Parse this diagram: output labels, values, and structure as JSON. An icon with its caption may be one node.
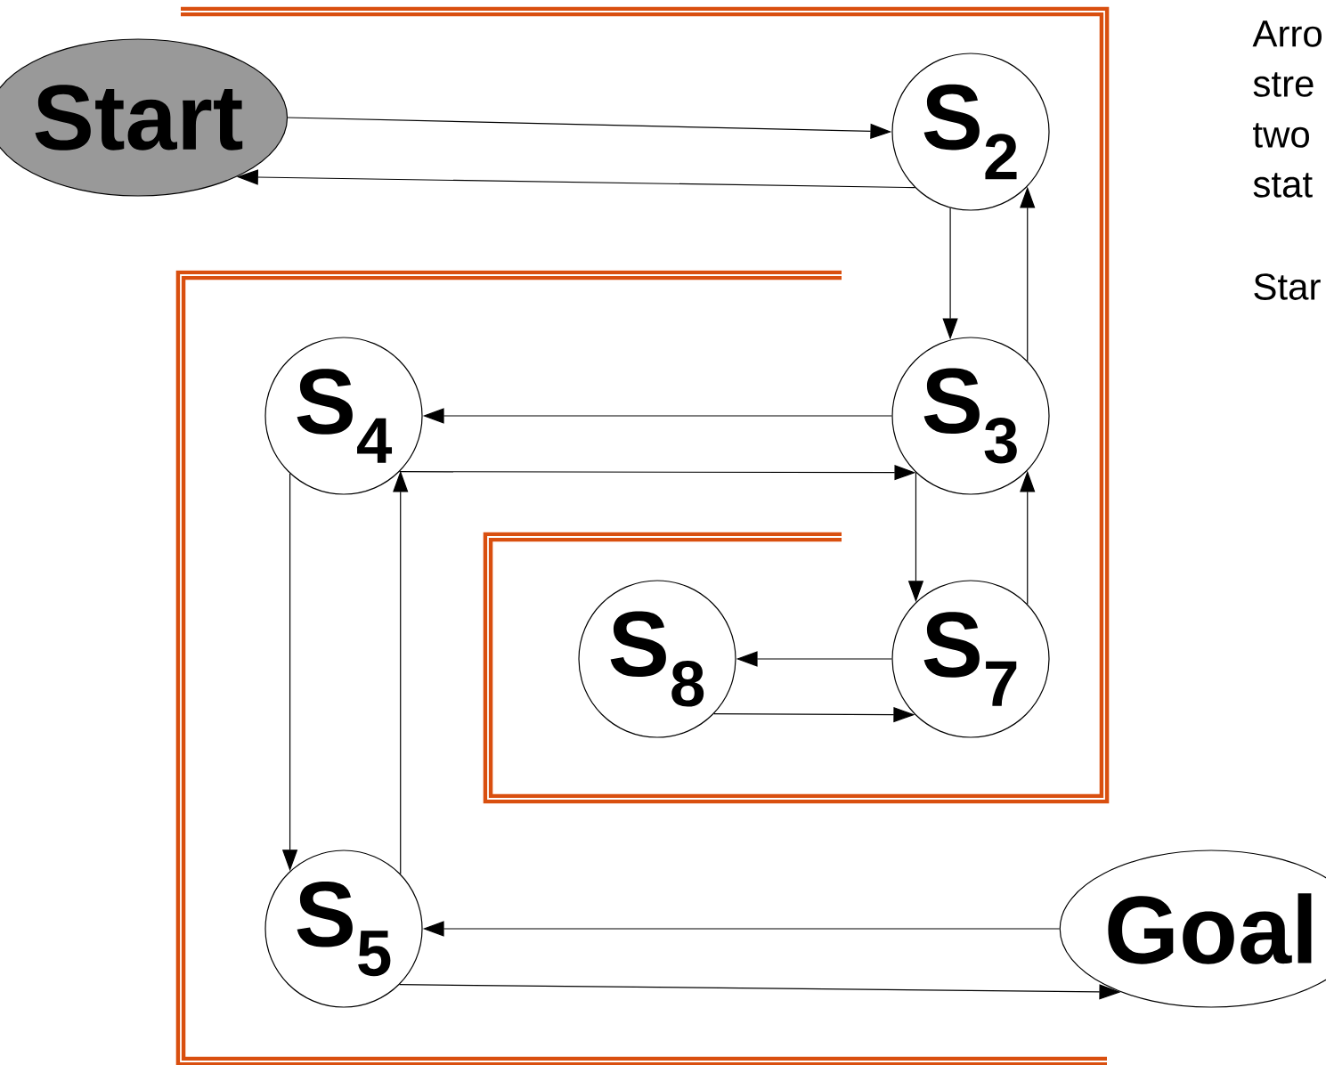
{
  "diagram": {
    "nodes": [
      {
        "text": [
          "Start"
        ]
      },
      {
        "text": [
          "S$_{2}$"
        ]
      },
      {
        "text": [
          "S$_{3}$"
        ]
      },
      {
        "text": [
          "S$_{4}$"
        ]
      },
      {
        "text": [
          "S$_{8}$"
        ]
      },
      {
        "text": [
          "S$_{7}$"
        ]
      },
      {
        "text": [
          "S$_{5}$"
        ]
      },
      {
        "text": [
          "Goal"
        ]
      }
    ],
    "edges": [
      {
        "from": 0,
        "to": 1,
        "arrow": "to"
      },
      {
        "from": 1,
        "to": 0,
        "arrow": "to"
      },
      {
        "from": 1,
        "to": 2,
        "arrow": "to"
      },
      {
        "from": 2,
        "to": 1,
        "arrow": "to"
      },
      {
        "from": 2,
        "to": 3,
        "arrow": "to"
      },
      {
        "from": 3,
        "to": 2,
        "arrow": "to"
      },
      {
        "from": 2,
        "to": 5,
        "arrow": "to"
      },
      {
        "from": 5,
        "to": 2,
        "arrow": "to"
      },
      {
        "from": 5,
        "to": 4,
        "arrow": "to"
      },
      {
        "from": 4,
        "to": 5,
        "arrow": "to"
      },
      {
        "from": 3,
        "to": 6,
        "arrow": "to"
      },
      {
        "from": 6,
        "to": 3,
        "arrow": "to"
      },
      {
        "from": 7,
        "to": 6,
        "arrow": "to"
      },
      {
        "from": 6,
        "to": 7,
        "arrow": "to"
      }
    ],
    "labels": [
      "Arro",
      "stre",
      "two",
      "stat",
      "Star"
    ]
  }
}
